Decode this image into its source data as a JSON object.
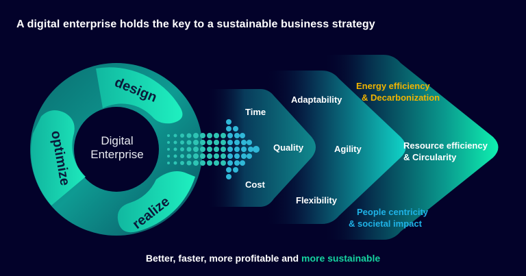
{
  "title": "A digital enterprise holds the key to a sustainable business strategy",
  "cycle": {
    "center": [
      "Digital",
      "Enterprise"
    ],
    "segments": [
      "design",
      "realize",
      "optimize"
    ]
  },
  "chevron1": {
    "items": [
      "Time",
      "Quality",
      "Cost"
    ]
  },
  "chevron2": {
    "items": [
      "Adaptability",
      "Agility",
      "Flexibility"
    ]
  },
  "chevron3": {
    "top": [
      "Energy efficiency",
      "& Decarbonization"
    ],
    "middle": [
      "Resource efficiency",
      "& Circularity"
    ],
    "bottom": [
      "People centricity",
      "& societal impact"
    ]
  },
  "footer": {
    "text": "Better, faster, more profitable and ",
    "highlight": "more sustainable"
  },
  "colors": {
    "background": "#03022a",
    "teal": "#16d3a0",
    "yellow": "#f0b400",
    "blue": "#1fb2e6"
  }
}
